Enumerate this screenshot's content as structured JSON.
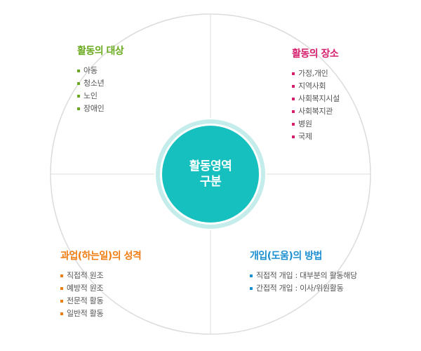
{
  "center": {
    "line1": "활동영역",
    "line2": "구분"
  },
  "colors": {
    "top_left": "#6aaa1e",
    "top_right": "#d6206e",
    "bottom_left": "#f07d12",
    "bottom_right": "#1c8fd1",
    "center_fill": "#15c0bf",
    "center_ring": "#c3eceb",
    "outline": "#dcdcdc"
  },
  "quadrants": {
    "top_left": {
      "title": "활동의 대상",
      "items": [
        "아동",
        "청소년",
        "노인",
        "장애인"
      ]
    },
    "top_right": {
      "title": "활동의 장소",
      "items": [
        "가정,개인",
        "지역사회",
        "사회복지시설",
        "사회복지관",
        "병원",
        "국제"
      ]
    },
    "bottom_left": {
      "title": "과업(하는일)의 성격",
      "items": [
        "직접적 원조",
        "예방적 원조",
        "전문적 활동",
        "일반적 활동"
      ]
    },
    "bottom_right": {
      "title": "개입(도움)의 방법",
      "items": [
        "직접적 개입 : 대부분의 활동해당",
        "간접적 개입 : 이사/위원활동"
      ]
    }
  }
}
